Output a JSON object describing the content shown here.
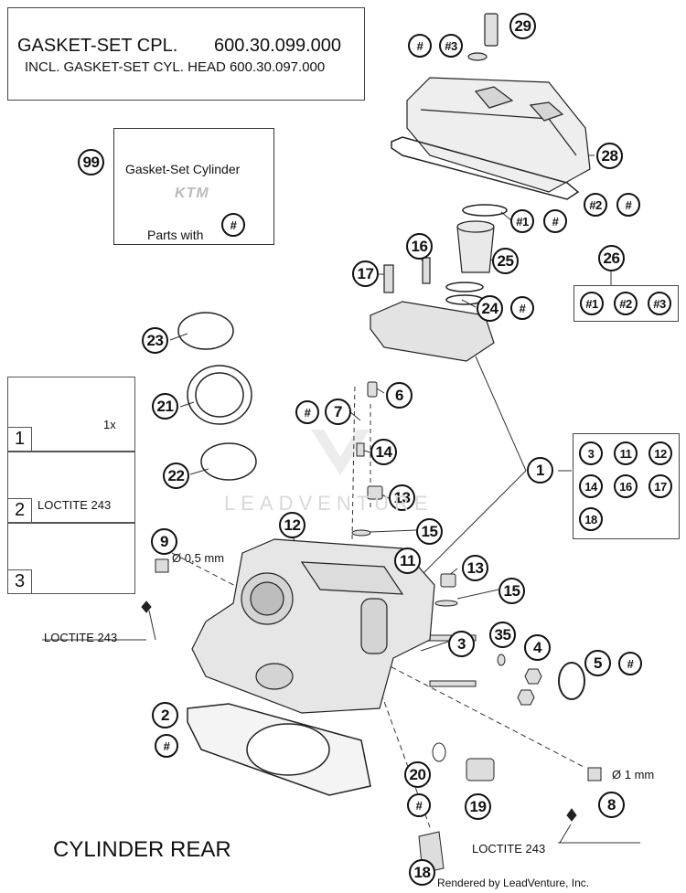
{
  "gasket_set": {
    "line1_left": "GASKET-SET CPL.",
    "line1_right": "600.30.099.000",
    "line2": "INCL. GASKET-SET CYL. HEAD 600.30.097.000"
  },
  "kit_box": {
    "title": "Gasket-Set Cylinder",
    "brand": "KTM",
    "parts_with": "Parts with",
    "marker": "#",
    "callout": "99"
  },
  "steps": [
    {
      "num": "1",
      "note": "1x"
    },
    {
      "num": "2",
      "note": "LOCTITE 243"
    },
    {
      "num": "3",
      "note": ""
    }
  ],
  "group_26": {
    "label": "26",
    "items": [
      "#1",
      "#2",
      "#3"
    ]
  },
  "group_1": {
    "label": "1",
    "items": [
      "3",
      "11",
      "12",
      "14",
      "16",
      "17",
      "18"
    ]
  },
  "callouts": [
    {
      "id": "29",
      "text": "29"
    },
    {
      "id": "hash-29",
      "text": "#"
    },
    {
      "id": "hash3-29",
      "text": "#3"
    },
    {
      "id": "28",
      "text": "28"
    },
    {
      "id": "hash2-28",
      "text": "#2"
    },
    {
      "id": "hash-28",
      "text": "#"
    },
    {
      "id": "hash1-25",
      "text": "#1"
    },
    {
      "id": "hash-25",
      "text": "#"
    },
    {
      "id": "16",
      "text": "16"
    },
    {
      "id": "17",
      "text": "17"
    },
    {
      "id": "25",
      "text": "25"
    },
    {
      "id": "24",
      "text": "24"
    },
    {
      "id": "hash-24",
      "text": "#"
    },
    {
      "id": "23",
      "text": "23"
    },
    {
      "id": "21",
      "text": "21"
    },
    {
      "id": "22",
      "text": "22"
    },
    {
      "id": "6",
      "text": "6"
    },
    {
      "id": "hash-7",
      "text": "#"
    },
    {
      "id": "7",
      "text": "7"
    },
    {
      "id": "14",
      "text": "14"
    },
    {
      "id": "13a",
      "text": "13"
    },
    {
      "id": "12",
      "text": "12"
    },
    {
      "id": "15a",
      "text": "15"
    },
    {
      "id": "9",
      "text": "9"
    },
    {
      "id": "11",
      "text": "11"
    },
    {
      "id": "13b",
      "text": "13"
    },
    {
      "id": "15b",
      "text": "15"
    },
    {
      "id": "3",
      "text": "3"
    },
    {
      "id": "35",
      "text": "35"
    },
    {
      "id": "4",
      "text": "4"
    },
    {
      "id": "5",
      "text": "5"
    },
    {
      "id": "hash-5",
      "text": "#"
    },
    {
      "id": "2",
      "text": "2"
    },
    {
      "id": "hash-2",
      "text": "#"
    },
    {
      "id": "20",
      "text": "20"
    },
    {
      "id": "hash-20",
      "text": "#"
    },
    {
      "id": "19",
      "text": "19"
    },
    {
      "id": "8",
      "text": "8"
    },
    {
      "id": "18",
      "text": "18"
    }
  ],
  "labels": {
    "dia_05": "Ø 0,5 mm",
    "dia_1": "Ø 1 mm",
    "loctite_left": "LOCTITE 243",
    "loctite_right": "LOCTITE 243",
    "section_title": "CYLINDER REAR",
    "watermark": "LEADVENTURE",
    "credit": "Rendered by LeadVenture, Inc."
  },
  "colors": {
    "ink": "#111111",
    "watermark": "#d9d9d9",
    "part": "#e6e6e6"
  }
}
